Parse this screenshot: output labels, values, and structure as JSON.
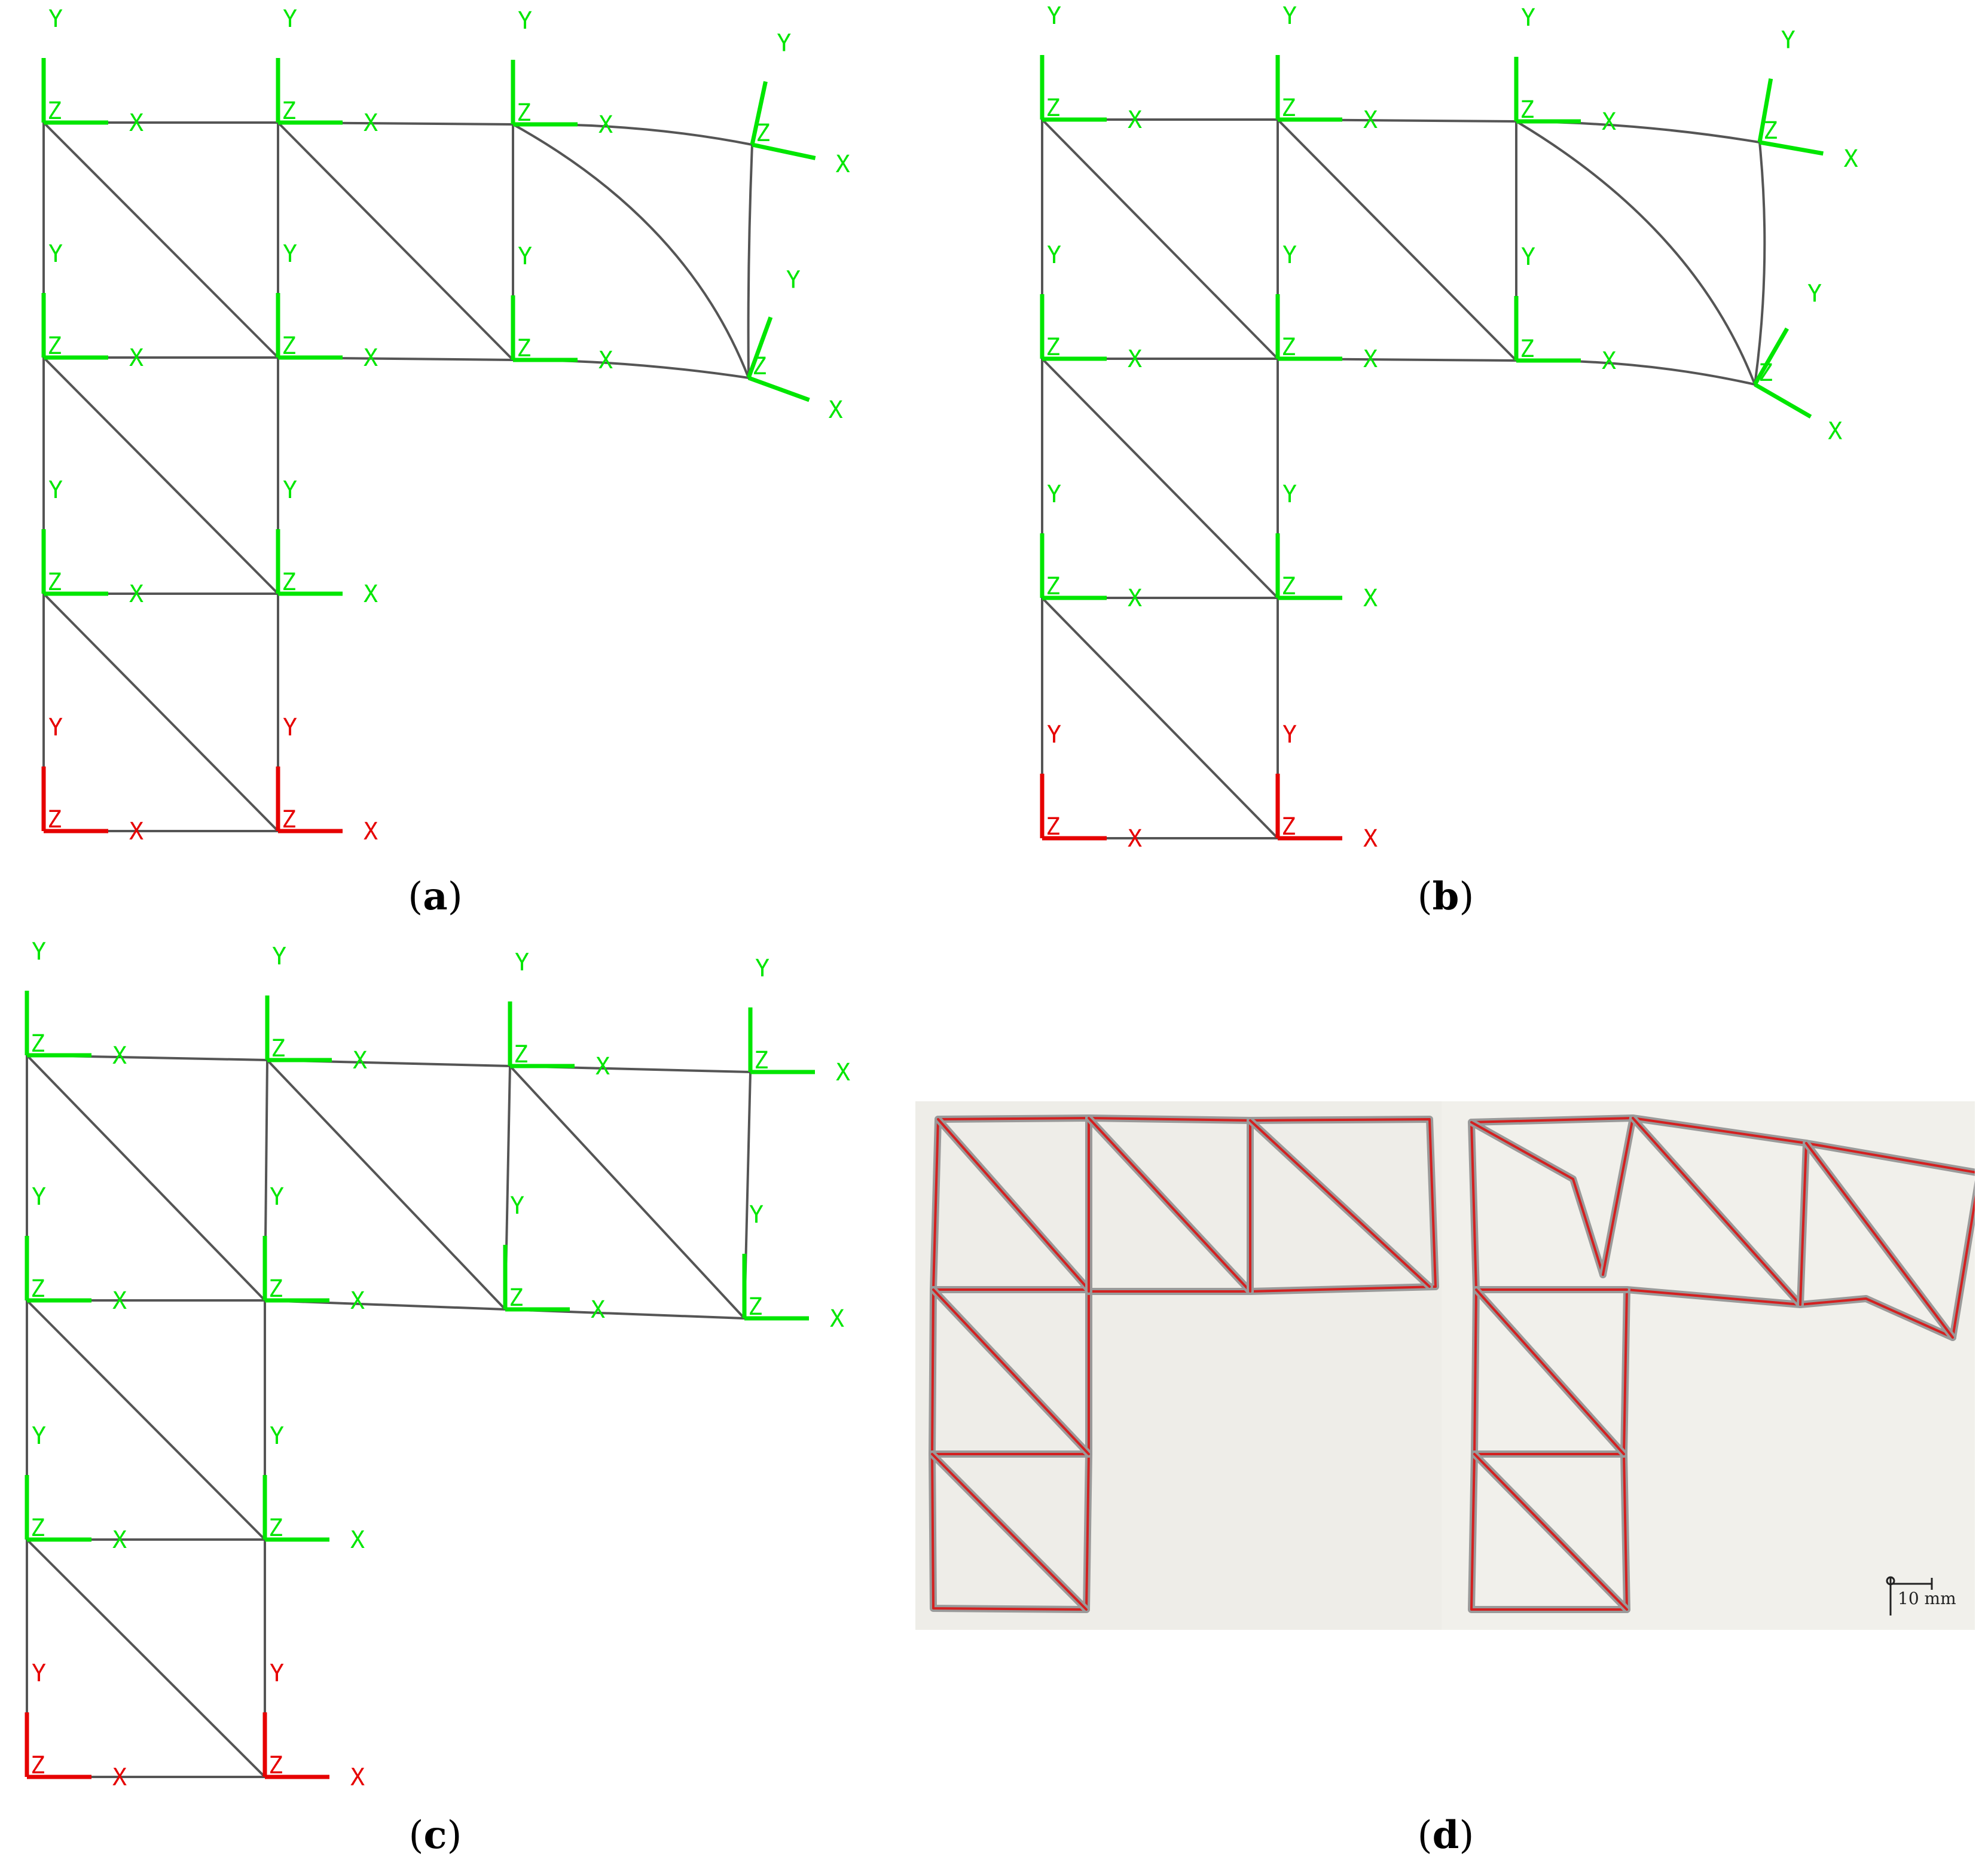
{
  "colors": {
    "frame": "#555555",
    "axis_green": "#00e600",
    "axis_red": "#e60000",
    "photo_wire_red": "#d42020",
    "photo_wire_silver": "#9a9a9a"
  },
  "axis_labels": {
    "x": "X",
    "y": "Y",
    "z": "Z"
  },
  "captions": {
    "a_letter": "a",
    "b_letter": "b",
    "c_letter": "c",
    "d_letter": "d"
  },
  "scale_bar": {
    "label": "10 mm"
  }
}
